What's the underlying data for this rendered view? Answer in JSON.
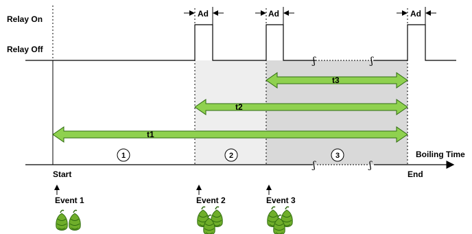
{
  "relay": {
    "on_label": "Relay On",
    "off_label": "Relay Off",
    "pulse_label": "Ad"
  },
  "axis": {
    "label": "Boiling Time",
    "start_label": "Start",
    "end_label": "End"
  },
  "intervals": {
    "t1": "t1",
    "t2": "t2",
    "t3": "t3"
  },
  "zones": [
    "1",
    "2",
    "3"
  ],
  "events": [
    "Event 1",
    "Event 2",
    "Event 3"
  ],
  "colors": {
    "arrow_fill": "#8fd14f",
    "arrow_stroke": "#2f6b10",
    "zone2_fill": "#eeeeee",
    "zone3_fill": "#d9d9d9",
    "hop_green": "#6fae2a"
  },
  "icons": [
    "hop-cone-icon"
  ]
}
